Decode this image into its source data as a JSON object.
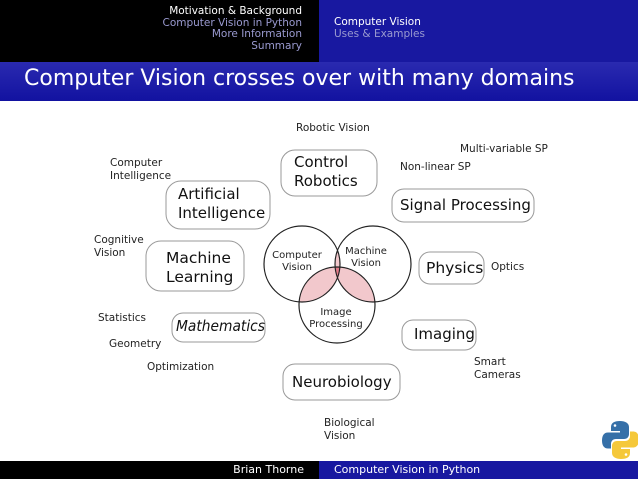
{
  "nav": {
    "sections": [
      "Motivation & Background",
      "Computer Vision in Python",
      "More Information",
      "Summary"
    ],
    "current_section": "Computer Vision",
    "current_subsection": "Uses & Examples"
  },
  "frame_title": "Computer Vision crosses over with many domains",
  "diagram": {
    "venn": {
      "left": [
        "Computer",
        "Vision"
      ],
      "right": [
        "Machine",
        "Vision"
      ],
      "bottom": [
        "Image",
        "Processing"
      ]
    },
    "boxes": {
      "control": [
        "Control",
        "Robotics"
      ],
      "ai": [
        "Artificial",
        "Intelligence"
      ],
      "signal": "Signal Processing",
      "ml": [
        "Machine",
        "Learning"
      ],
      "physics": "Physics",
      "math": "Mathematics",
      "imaging": "Imaging",
      "neuro": "Neurobiology"
    },
    "labels": {
      "robotic_vision": "Robotic Vision",
      "multivariable_sp": "Multi-variable SP",
      "computer_intelligence": [
        "Computer",
        "Intelligence"
      ],
      "nonlinear_sp": "Non-linear SP",
      "cognitive_vision": [
        "Cognitive",
        "Vision"
      ],
      "optics": "Optics",
      "statistics": "Statistics",
      "geometry": "Geometry",
      "optimization": "Optimization",
      "smart_cameras": [
        "Smart",
        "Cameras"
      ],
      "biological_vision": [
        "Biological",
        "Vision"
      ]
    }
  },
  "footer": {
    "author": "Brian Thorne",
    "title": "Computer Vision in Python"
  },
  "colors": {
    "nav_blue": "#1818a0",
    "venn_fill": "#f2c8cc",
    "venn_center": "#e07a88",
    "python_blue": "#3670a8",
    "python_yellow": "#f5c83a"
  }
}
